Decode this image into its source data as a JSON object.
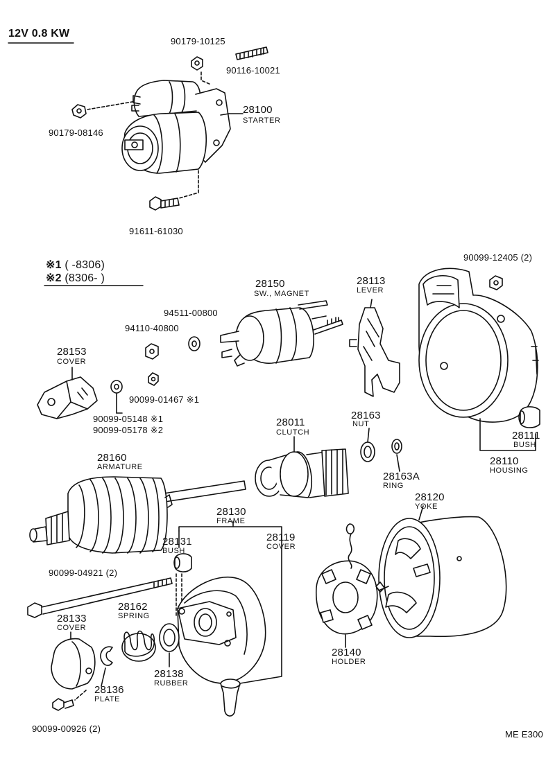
{
  "header": {
    "spec": "12V 0.8 KW"
  },
  "notes": [
    {
      "mark": "※1",
      "range": "(      -8306)"
    },
    {
      "mark": "※2",
      "range": "(8306-      )"
    }
  ],
  "parts": {
    "p90179_10125": {
      "number": "90179-10125"
    },
    "p90116_10021": {
      "number": "90116-10021"
    },
    "p90179_08146": {
      "number": "90179-08146"
    },
    "p28100": {
      "number": "28100",
      "name": "STARTER"
    },
    "p91611_61030": {
      "number": "91611-61030"
    },
    "p90099_12405": {
      "number": "90099-12405 (2)"
    },
    "p28150": {
      "number": "28150",
      "name": "SW., MAGNET"
    },
    "p28113": {
      "number": "28113",
      "name": "LEVER"
    },
    "p94511_00800": {
      "number": "94511-00800"
    },
    "p94110_40800": {
      "number": "94110-40800"
    },
    "p28153": {
      "number": "28153",
      "name": "COVER"
    },
    "p90099_01467": {
      "number": "90099-01467 ※1"
    },
    "p90099_05148": {
      "number": "90099-05148 ※1"
    },
    "p90099_05178": {
      "number": "90099-05178 ※2"
    },
    "p28011": {
      "number": "28011",
      "name": "CLUTCH"
    },
    "p28163": {
      "number": "28163",
      "name": "NUT"
    },
    "p28111": {
      "number": "28111",
      "name": "BUSH"
    },
    "p28110": {
      "number": "28110",
      "name": "HOUSING"
    },
    "p28160": {
      "number": "28160",
      "name": "ARMATURE"
    },
    "p28163A": {
      "number": "28163A",
      "name": "RING"
    },
    "p28130": {
      "number": "28130",
      "name": "FRAME"
    },
    "p28120": {
      "number": "28120",
      "name": "YOKE"
    },
    "p28131": {
      "number": "28131",
      "name": "BUSH"
    },
    "p28119": {
      "number": "28119",
      "name": "COVER"
    },
    "p90099_04921": {
      "number": "90099-04921 (2)"
    },
    "p28162": {
      "number": "28162",
      "name": "SPRING"
    },
    "p28133": {
      "number": "28133",
      "name": "COVER"
    },
    "p28138": {
      "number": "28138",
      "name": "RUBBER"
    },
    "p28136": {
      "number": "28136",
      "name": "PLATE"
    },
    "p28140": {
      "number": "28140",
      "name": "HOLDER"
    },
    "p90099_00926": {
      "number": "90099-00926 (2)"
    }
  },
  "footer": {
    "code": "ME  E300"
  }
}
